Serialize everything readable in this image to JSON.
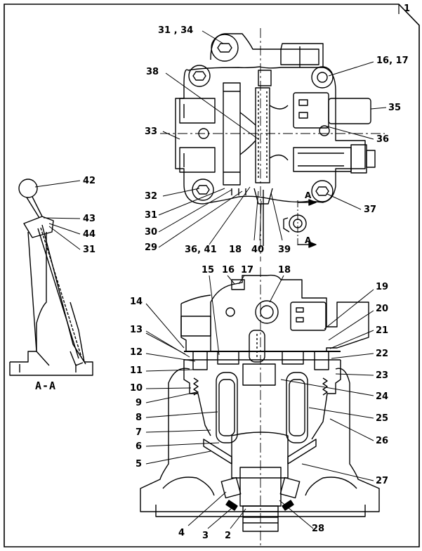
{
  "sheet_number": "1",
  "section_label": "A-A",
  "section_marker": "A",
  "callouts": {
    "c31_34": "31 , 34",
    "c16_17": "16, 17",
    "c38": "38",
    "c35": "35",
    "c33": "33",
    "c36_top": "36",
    "c32": "32",
    "c31_top": "31",
    "c37": "37",
    "c30": "30",
    "c29": "29",
    "c36_41": "36, 41",
    "c18_top": "18",
    "c40": "40",
    "c39": "39",
    "c42": "42",
    "c43": "43",
    "c44": "44",
    "c31_side": "31",
    "c15": "15",
    "c16": "16",
    "c17": "17",
    "c18_bot": "18",
    "c19": "19",
    "c14": "14",
    "c20": "20",
    "c13": "13",
    "c21": "21",
    "c12": "12",
    "c22": "22",
    "c11": "11",
    "c23": "23",
    "c10": "10",
    "c9": "9",
    "c24": "24",
    "c8": "8",
    "c25": "25",
    "c7": "7",
    "c26": "26",
    "c6": "6",
    "c5": "5",
    "c27": "27",
    "c4": "4",
    "c3": "3",
    "c2": "2",
    "c28": "28"
  }
}
